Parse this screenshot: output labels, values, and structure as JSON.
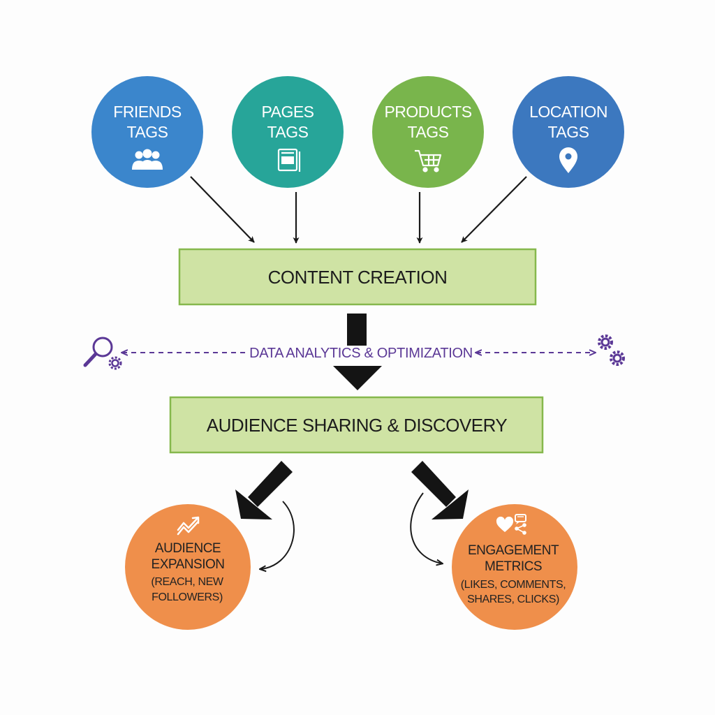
{
  "tags": [
    {
      "line1": "FRIENDS",
      "line2": "TAGS",
      "icon": "friends-group-icon",
      "color": "#3b86cc"
    },
    {
      "line1": "PAGES",
      "line2": "TAGS",
      "icon": "page-book-icon",
      "color": "#27a599"
    },
    {
      "line1": "PRODUCTS",
      "line2": "TAGS",
      "icon": "shopping-cart-icon",
      "color": "#79b54c"
    },
    {
      "line1": "LOCATION",
      "line2": "TAGS",
      "icon": "location-pin-icon",
      "color": "#3c78bf"
    }
  ],
  "content_creation": {
    "label": "CONTENT CREATION",
    "fill": "#cfe3a4",
    "border": "#86b84d"
  },
  "analytics": {
    "label": "DATA ANALYTICS & OPTIMIZATION",
    "color": "#5b3896",
    "left_icon": "search-gear-icon",
    "right_icon": "gears-icon"
  },
  "audience_sharing": {
    "label": "AUDIENCE SHARING & DISCOVERY",
    "fill": "#cfe3a4",
    "border": "#86b84d"
  },
  "outcomes": [
    {
      "title1": "AUDIENCE",
      "title2": "EXPANSION",
      "detail1": "(REACH, NEW",
      "detail2": "FOLLOWERS)",
      "icon": "growth-trend-icon",
      "color": "#ef8f4b"
    },
    {
      "title1": "ENGAGEMENT",
      "title2": "METRICS",
      "detail1": "(LIKES, COMMENTS,",
      "detail2": "SHARES, CLICKS)",
      "icon": "heart-comment-share-icon",
      "color": "#ef8f4b"
    }
  ]
}
